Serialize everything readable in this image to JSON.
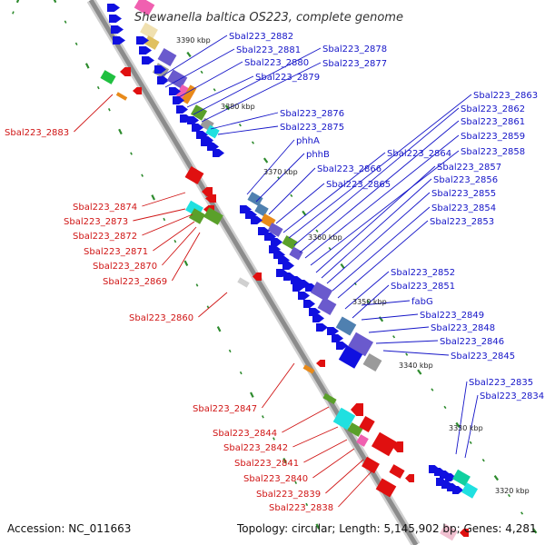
{
  "title": "Shewanella baltica OS223, complete genome",
  "accession": "Accession: NC_011663",
  "summary": "Topology: circular; Length: 5,145,902 bp; Genes: 4,281",
  "colors": {
    "backbone": "#8c8c8c",
    "ticks": "#2e8b2e",
    "label_top": "#1515c8",
    "label_bottom": "#d01515",
    "blue": "#1010e0",
    "slate": "#6a5acd",
    "grey": "#9a9a9a",
    "orange": "#e88a1a",
    "green": "#5aa02a",
    "cyan": "#20e0e0",
    "teal": "#10d0a0",
    "red": "#e01010",
    "pink": "#f060b0",
    "steel": "#4f80b0"
  },
  "kbp_labels": [
    {
      "text": "3390 kbp"
    },
    {
      "text": "3380 kbp"
    },
    {
      "text": "3370 kbp"
    },
    {
      "text": "3360 kbp"
    },
    {
      "text": "3350 kbp"
    },
    {
      "text": "3340 kbp"
    },
    {
      "text": "3330 kbp"
    },
    {
      "text": "3320 kbp"
    }
  ],
  "top_labels": [
    {
      "text": "Sbal223_2882"
    },
    {
      "text": "Sbal223_2881"
    },
    {
      "text": "Sbal223_2880"
    },
    {
      "text": "Sbal223_2879"
    },
    {
      "text": "Sbal223_2878"
    },
    {
      "text": "Sbal223_2877"
    },
    {
      "text": "Sbal223_2876"
    },
    {
      "text": "Sbal223_2875"
    },
    {
      "text": "phhA"
    },
    {
      "text": "phhB"
    },
    {
      "text": "Sbal223_2866"
    },
    {
      "text": "Sbal223_2865"
    },
    {
      "text": "Sbal223_2864"
    },
    {
      "text": "Sbal223_2863"
    },
    {
      "text": "Sbal223_2862"
    },
    {
      "text": "Sbal223_2861"
    },
    {
      "text": "Sbal223_2859"
    },
    {
      "text": "Sbal223_2858"
    },
    {
      "text": "Sbal223_2857"
    },
    {
      "text": "Sbal223_2856"
    },
    {
      "text": "Sbal223_2855"
    },
    {
      "text": "Sbal223_2854"
    },
    {
      "text": "Sbal223_2853"
    },
    {
      "text": "Sbal223_2852"
    },
    {
      "text": "Sbal223_2851"
    },
    {
      "text": "fabG"
    },
    {
      "text": "Sbal223_2849"
    },
    {
      "text": "Sbal223_2848"
    },
    {
      "text": "Sbal223_2846"
    },
    {
      "text": "Sbal223_2845"
    },
    {
      "text": "Sbal223_2835"
    },
    {
      "text": "Sbal223_2834"
    }
  ],
  "bottom_labels": [
    {
      "text": "Sbal223_2883"
    },
    {
      "text": "Sbal223_2874"
    },
    {
      "text": "Sbal223_2873"
    },
    {
      "text": "Sbal223_2872"
    },
    {
      "text": "Sbal223_2871"
    },
    {
      "text": "Sbal223_2870"
    },
    {
      "text": "Sbal223_2869"
    },
    {
      "text": "Sbal223_2860"
    },
    {
      "text": "Sbal223_2847"
    },
    {
      "text": "Sbal223_2844"
    },
    {
      "text": "Sbal223_2842"
    },
    {
      "text": "Sbal223_2841"
    },
    {
      "text": "Sbal223_2840"
    },
    {
      "text": "Sbal223_2839"
    },
    {
      "text": "Sbal223_2838"
    }
  ]
}
